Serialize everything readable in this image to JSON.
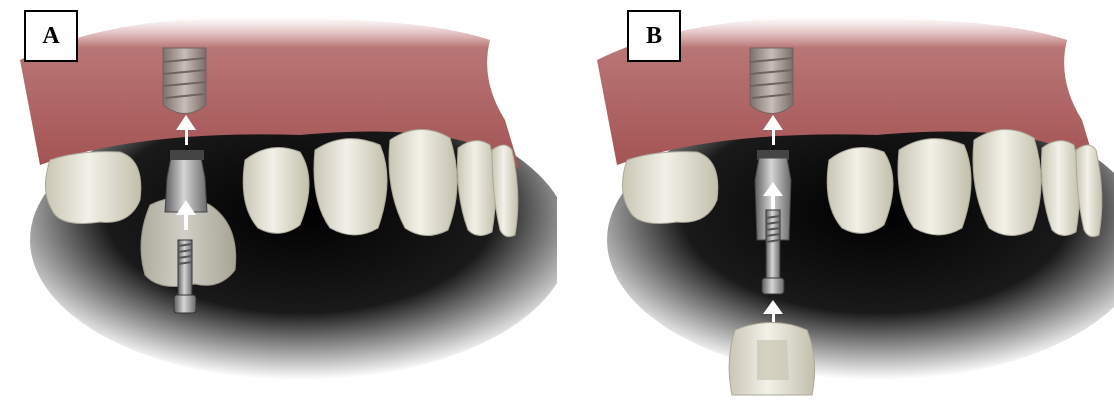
{
  "panels": [
    {
      "id": "A",
      "label": "A"
    },
    {
      "id": "B",
      "label": "B"
    }
  ],
  "colors": {
    "gum": "#b76a6a",
    "gum_dark": "#8e4a4a",
    "tooth": "#e9e7da",
    "tooth_shadow": "#bdb9a6",
    "metal": "#9a9a9a",
    "metal_dark": "#5b5b5b",
    "arrow": "#ffffff",
    "mouth_shadow": "#000000"
  }
}
